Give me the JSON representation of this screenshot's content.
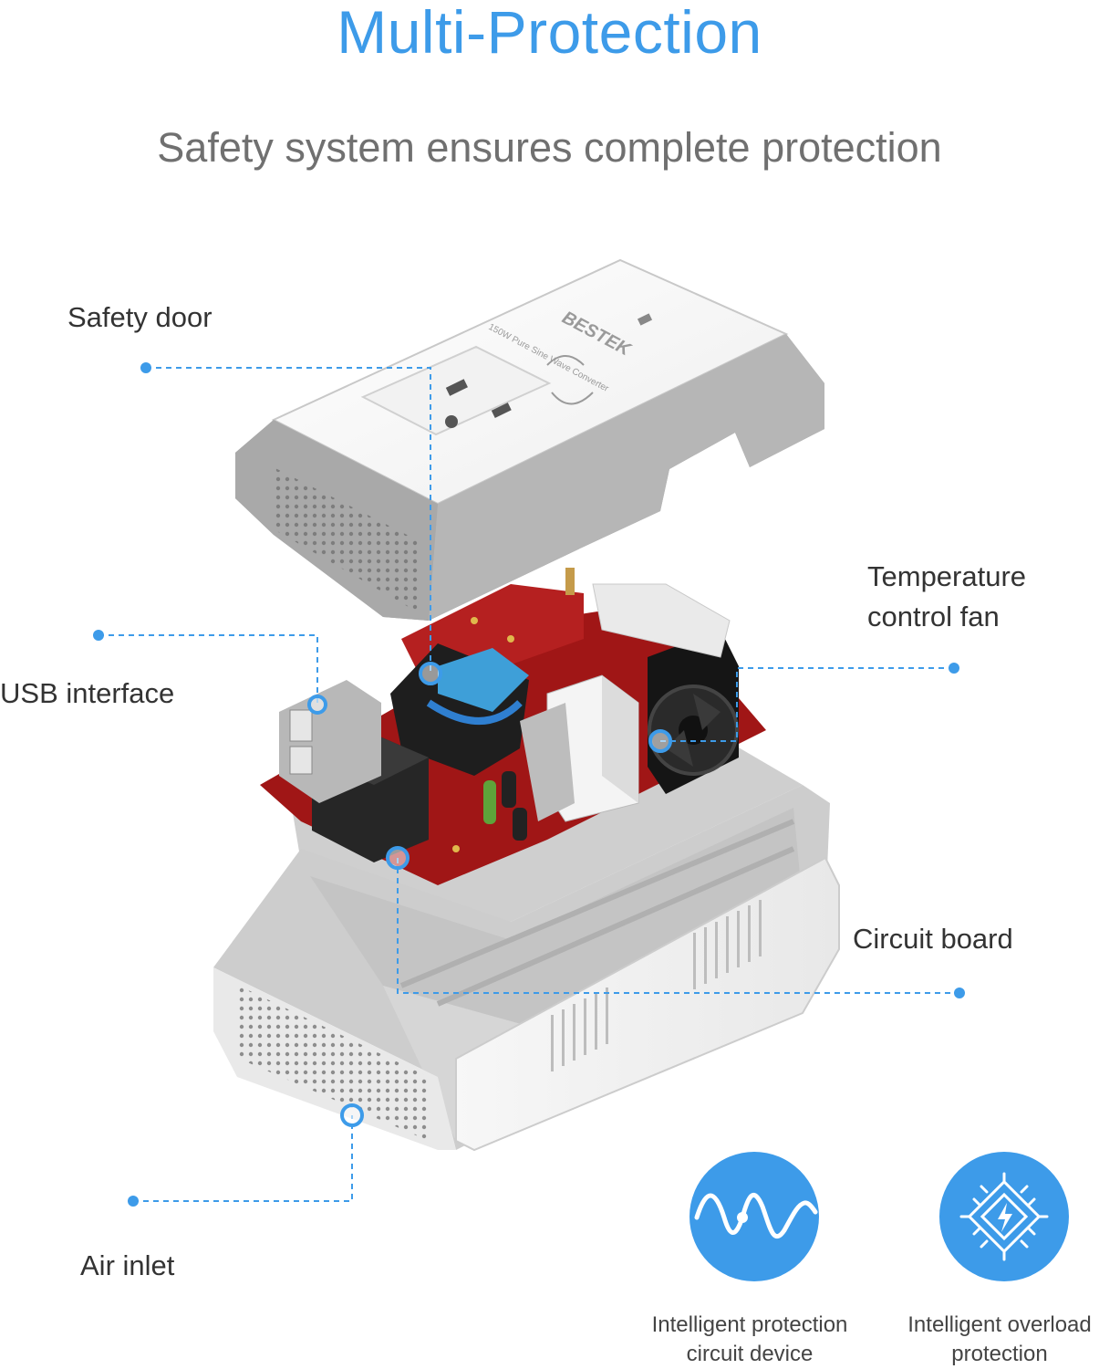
{
  "header": {
    "title": "Multi-Protection",
    "subtitle": "Safety system ensures complete protection"
  },
  "product": {
    "brand": "BESTEK",
    "model_text": "150W Pure Sine Wave Converter"
  },
  "callouts": {
    "safety_door": "Safety door",
    "temperature_fan_line1": "Temperature",
    "temperature_fan_line2": "control fan",
    "usb_interface": "USB interface",
    "circuit_board": "Circuit board",
    "air_inlet": "Air inlet"
  },
  "features": [
    {
      "icon": "sine-wave-icon",
      "line1": "Intelligent protection",
      "line2": "circuit device"
    },
    {
      "icon": "chip-lightning-icon",
      "line1": "Intelligent overload",
      "line2": "protection"
    }
  ],
  "colors": {
    "accent": "#3d9be9",
    "text": "#333333",
    "subtitle": "#707070"
  }
}
